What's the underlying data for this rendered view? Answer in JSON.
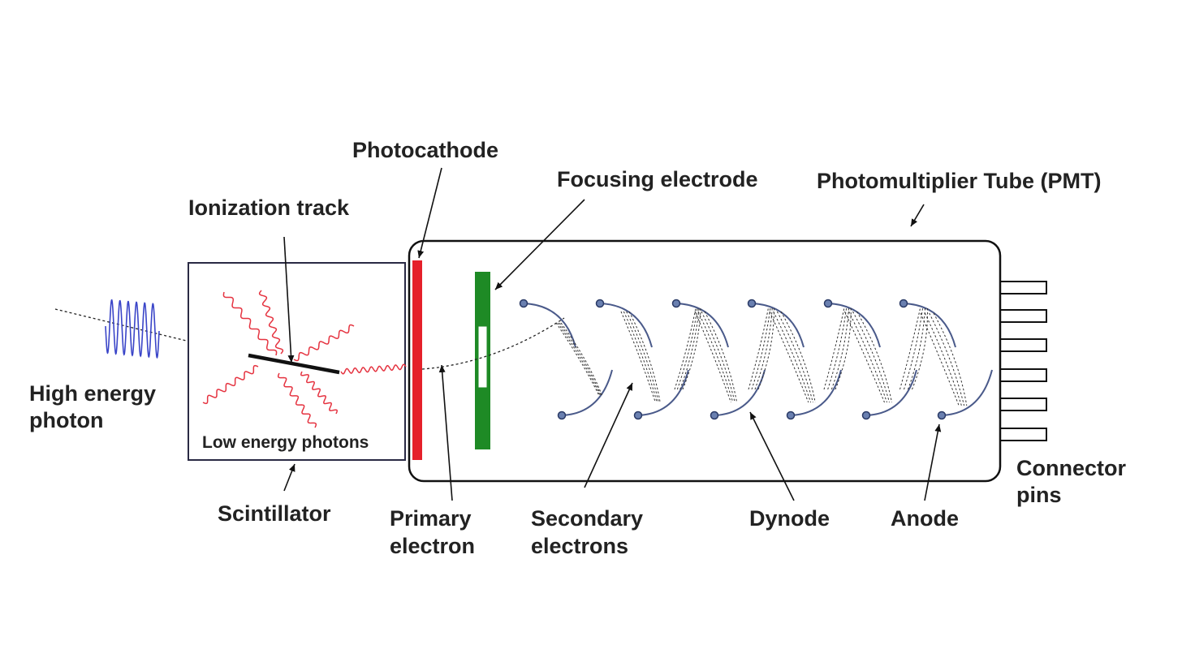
{
  "labels": {
    "photocathode": "Photocathode",
    "focusing_electrode": "Focusing electrode",
    "pmt": "Photomultiplier Tube (PMT)",
    "ionization_track": "Ionization track",
    "high_energy_photon_line1": "High energy",
    "high_energy_photon_line2": "photon",
    "low_energy_photons": "Low energy photons",
    "scintillator": "Scintillator",
    "primary_electron_line1": "Primary",
    "primary_electron_line2": "electron",
    "secondary_electrons_line1": "Secondary",
    "secondary_electrons_line2": "electrons",
    "dynode": "Dynode",
    "anode": "Anode",
    "connector_pins_line1": "Connector",
    "connector_pins_line2": "pins"
  },
  "colors": {
    "photocathode": "#e5202a",
    "focusing_electrode": "#1e8a25",
    "scintillation_light": "#e53340",
    "gamma_wave": "#3a45c8",
    "dynode": "#4a5a8a",
    "outline": "#222222"
  }
}
